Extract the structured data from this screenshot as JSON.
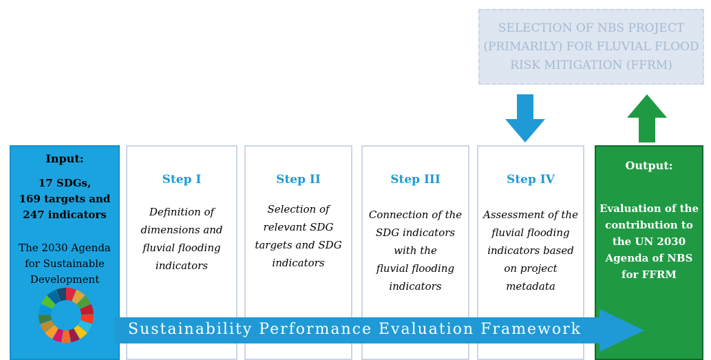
{
  "top_box": {
    "text": "SELECTION OF NBS PROJECT (PRIMARILY) FOR FLUVIAL FLOOD RISK MITIGATION (FFRM)"
  },
  "input": {
    "title": "Input:",
    "strong_lines": [
      "17 SDGs,",
      "169 targets and",
      "247 indicators"
    ],
    "note_lines": [
      "The 2030 Agenda",
      "for Sustainable",
      "Development"
    ]
  },
  "steps": [
    {
      "title": "Step I",
      "lines": [
        "Definition of",
        "dimensions and",
        "fluvial flooding",
        "indicators"
      ]
    },
    {
      "title": "Step II",
      "lines": [
        "Selection of",
        "relevant SDG",
        "targets and SDG",
        "indicators"
      ]
    },
    {
      "title": "Step III",
      "lines": [
        "Connection of the",
        "SDG indicators",
        "with the",
        "fluvial flooding",
        "indicators"
      ]
    },
    {
      "title": "Step IV",
      "lines": [
        "Assessment of the",
        "fluvial flooding",
        "indicators based",
        "on project",
        "metadata"
      ]
    }
  ],
  "output": {
    "title": "Output:",
    "lines": [
      "Evaluation of the",
      "contribution to",
      "the UN 2030",
      "Agenda of NBS",
      "for FFRM"
    ]
  },
  "framework": {
    "label": "Sustainability Performance Evaluation Framework"
  },
  "colors": {
    "input_blue": "#1ba3df",
    "output_green": "#1f9a43",
    "step_title_blue": "#1f9ad6",
    "arrow_blue": "#1f9ad6",
    "arrow_green": "#1f9a43",
    "box_border": "#c9d6e6",
    "top_box_fill": "#dde6f1"
  }
}
